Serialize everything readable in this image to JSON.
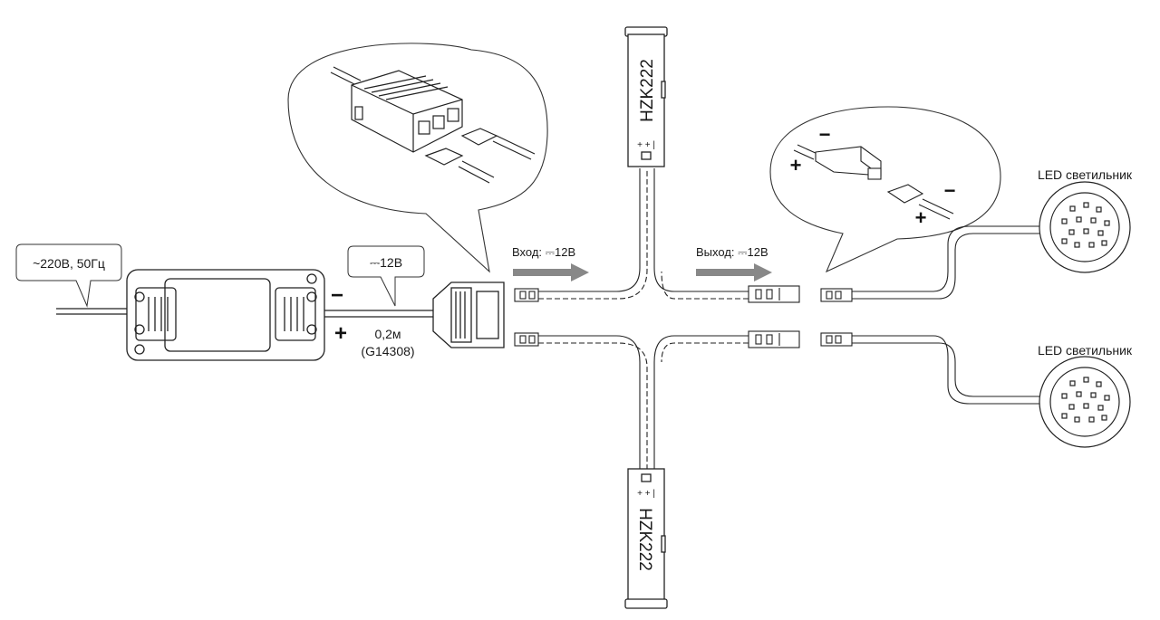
{
  "supply": {
    "mains_label": "~220В, 50Гц",
    "output_label": "⎓12В",
    "minus": "−",
    "plus": "+"
  },
  "cable": {
    "length": "0,2м",
    "code": "(G14308)"
  },
  "flow": {
    "input_label": "Вход: ⎓12В",
    "output_label": "Выход: ⎓12В"
  },
  "switches": {
    "top_model": "HZK222",
    "bottom_model": "HZK222",
    "pin_marks": "+ + |"
  },
  "callout_connector": {
    "minus": "−",
    "plus": "+",
    "minus2": "−",
    "plus2": "+"
  },
  "lights": {
    "top_label": "LED светильник",
    "bottom_label": "LED светильник"
  }
}
